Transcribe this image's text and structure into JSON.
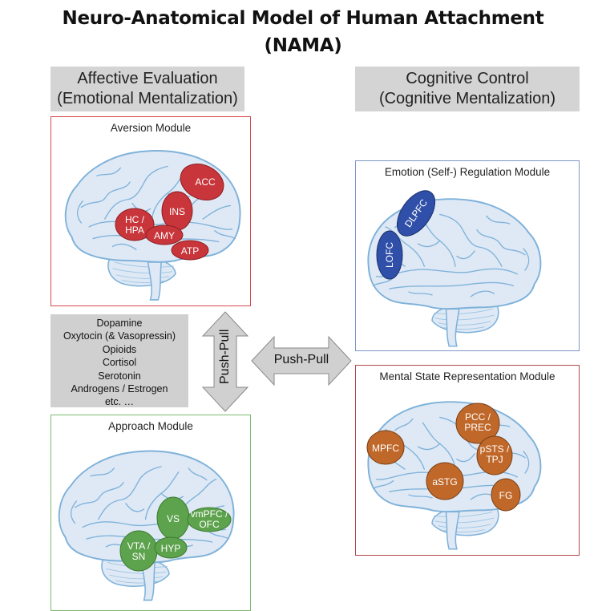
{
  "title": {
    "line1": "Neuro-Anatomical Model of Human Attachment",
    "line2": "(NAMA)"
  },
  "headers": {
    "left": {
      "line1": "Affective Evaluation",
      "line2": "(Emotional Mentalization)"
    },
    "right": {
      "line1": "Cognitive Control",
      "line2": "(Cognitive Mentalization)"
    }
  },
  "colors": {
    "aversion": "#c8353a",
    "approach": "#5da34d",
    "regulation": "#2f4fa8",
    "mental_state": "#c0682a",
    "brain_fill": "#dfe9f5",
    "brain_stroke": "#7fb2da",
    "aversion_border": "#d94a4f",
    "approach_border": "#7dbb6c",
    "regulation_border": "#7e96c8",
    "mental_state_border": "#b5484c",
    "gray_box": "#d0d0d0"
  },
  "modules": {
    "aversion": {
      "title": "Aversion Module",
      "regions": [
        "ACC",
        "INS",
        "HC / HPA",
        "AMY",
        "ATP"
      ]
    },
    "approach": {
      "title": "Approach Module",
      "regions": [
        "VS",
        "vmPFC / OFC",
        "VTA / SN",
        "HYP"
      ]
    },
    "regulation": {
      "title": "Emotion (Self-) Regulation Module",
      "regions": [
        "DLPFC",
        "LOFC"
      ]
    },
    "mental_state": {
      "title": "Mental State Representation Module",
      "regions": [
        "PCC / PREC",
        "MPFC",
        "pSTS / TPJ",
        "aSTG",
        "FG"
      ]
    }
  },
  "neurochemicals": [
    "Dopamine",
    "Oxytocin (& Vasopressin)",
    "Opioids",
    "Cortisol",
    "Serotonin",
    "Androgens / Estrogen",
    "etc. …"
  ],
  "arrows": {
    "vertical": "Push-Pull",
    "horizontal": "Push-Pull"
  }
}
